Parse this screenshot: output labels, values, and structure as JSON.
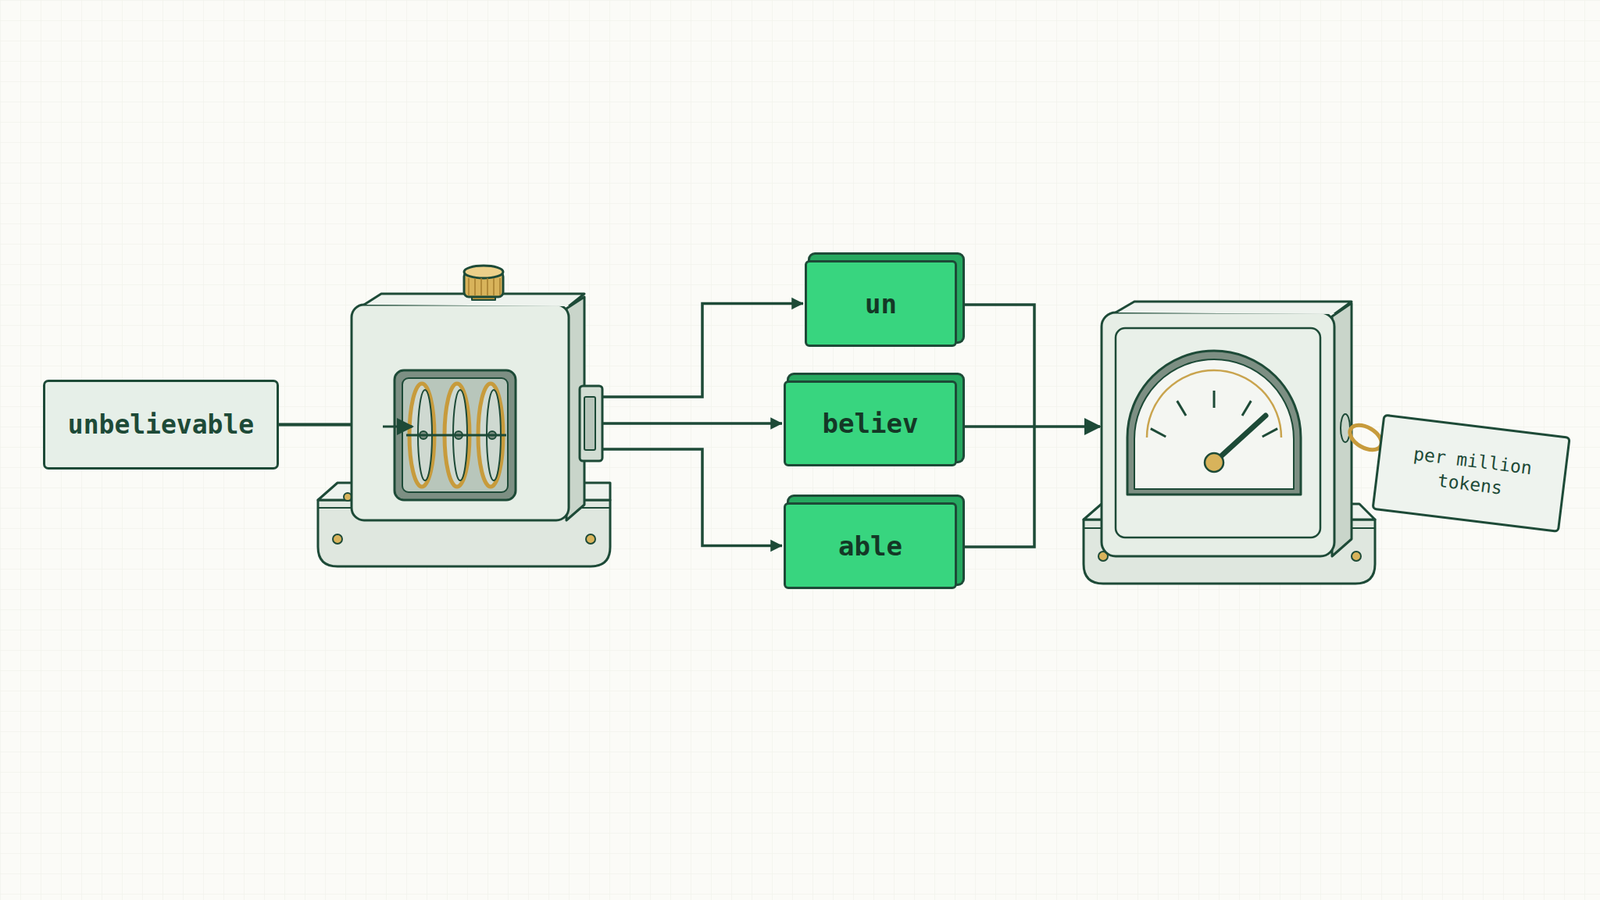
{
  "diagram": {
    "nodes": [
      {
        "text": [
          "unbelievable"
        ]
      },
      {
        "text": [
          "un"
        ]
      },
      {
        "text": [
          "believ"
        ]
      },
      {
        "text": [
          "able"
        ]
      },
      {
        "text": [
          "per million tokens"
        ]
      }
    ],
    "edges": [
      {
        "from": 0,
        "to": 1,
        "arrow": "to"
      },
      {
        "from": 0,
        "to": 2,
        "arrow": "to"
      },
      {
        "from": 0,
        "to": 3,
        "arrow": "to"
      }
    ]
  }
}
